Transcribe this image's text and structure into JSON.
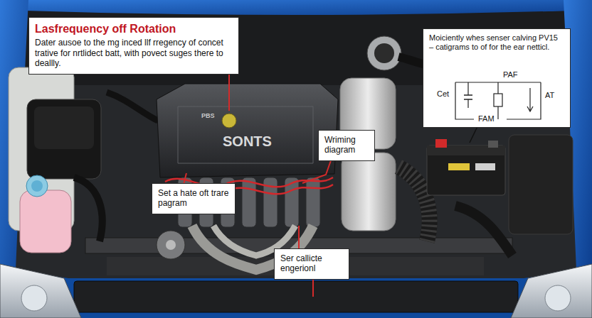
{
  "diagram": {
    "nodes": [
      {
        "text": [
          "Lasfrequency off Rotation",
          "Dater ausoe to the mg inced llf rregency of concet trative for nrtlidect batt, with povect suges there to deallly."
        ]
      },
      {
        "text": [
          "Moiciently whes senser calving PV15 – catigrams to of for the ear netticl."
        ]
      },
      {
        "text": [
          "Wriming diagram"
        ]
      },
      {
        "text": [
          "Set a hate oft trare pagram"
        ]
      },
      {
        "text": [
          "Ser callicte engerionl"
        ]
      }
    ],
    "labels": [
      "PBS",
      "SONTS",
      "PAF",
      "Cet",
      "FAM",
      "AT"
    ]
  }
}
